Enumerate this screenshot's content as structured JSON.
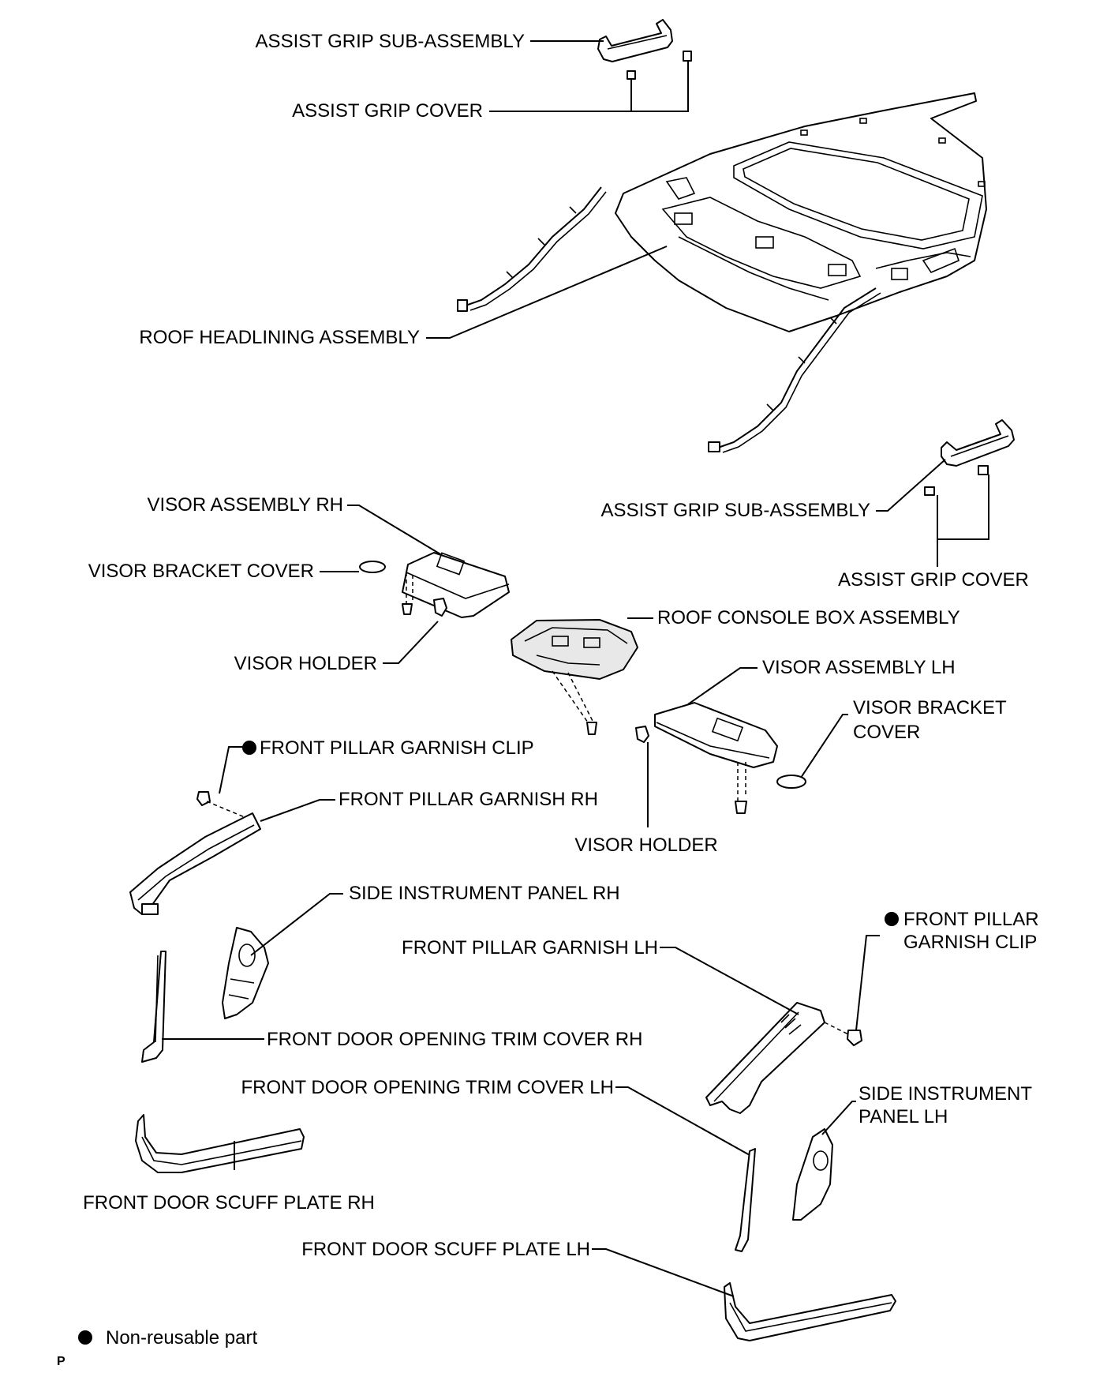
{
  "labels": {
    "assist_grip_sub_assembly_top": "ASSIST GRIP SUB-ASSEMBLY",
    "assist_grip_cover_top": "ASSIST GRIP COVER",
    "roof_headlining_assembly": "ROOF HEADLINING ASSEMBLY",
    "visor_assembly_rh": "VISOR ASSEMBLY RH",
    "visor_bracket_cover_rh": "VISOR BRACKET COVER",
    "visor_holder_rh": "VISOR HOLDER",
    "assist_grip_sub_assembly_right": "ASSIST GRIP SUB-ASSEMBLY",
    "assist_grip_cover_right": "ASSIST GRIP COVER",
    "roof_console_box_assembly": "ROOF CONSOLE BOX ASSEMBLY",
    "visor_assembly_lh": "VISOR ASSEMBLY LH",
    "visor_bracket_cover_lh": [
      "VISOR BRACKET",
      "COVER"
    ],
    "visor_holder_lh": "VISOR HOLDER",
    "front_pillar_garnish_clip_rh": "FRONT PILLAR GARNISH CLIP",
    "front_pillar_garnish_rh": "FRONT PILLAR GARNISH RH",
    "side_instrument_panel_rh": "SIDE INSTRUMENT PANEL RH",
    "front_pillar_garnish_clip_lh": [
      "FRONT PILLAR",
      "GARNISH CLIP"
    ],
    "front_pillar_garnish_lh": "FRONT PILLAR GARNISH LH",
    "front_door_opening_trim_cover_rh": "FRONT DOOR OPENING TRIM COVER RH",
    "front_door_opening_trim_cover_lh": "FRONT DOOR OPENING TRIM COVER LH",
    "side_instrument_panel_lh": [
      "SIDE INSTRUMENT",
      "PANEL LH"
    ],
    "front_door_scuff_plate_rh": "FRONT DOOR SCUFF PLATE RH",
    "front_door_scuff_plate_lh": "FRONT DOOR SCUFF PLATE LH"
  },
  "legend": {
    "text": "Non-reusable part",
    "marker_color": "#000000"
  },
  "corner_code": "P",
  "colors": {
    "line": "#000000",
    "background": "#ffffff"
  }
}
